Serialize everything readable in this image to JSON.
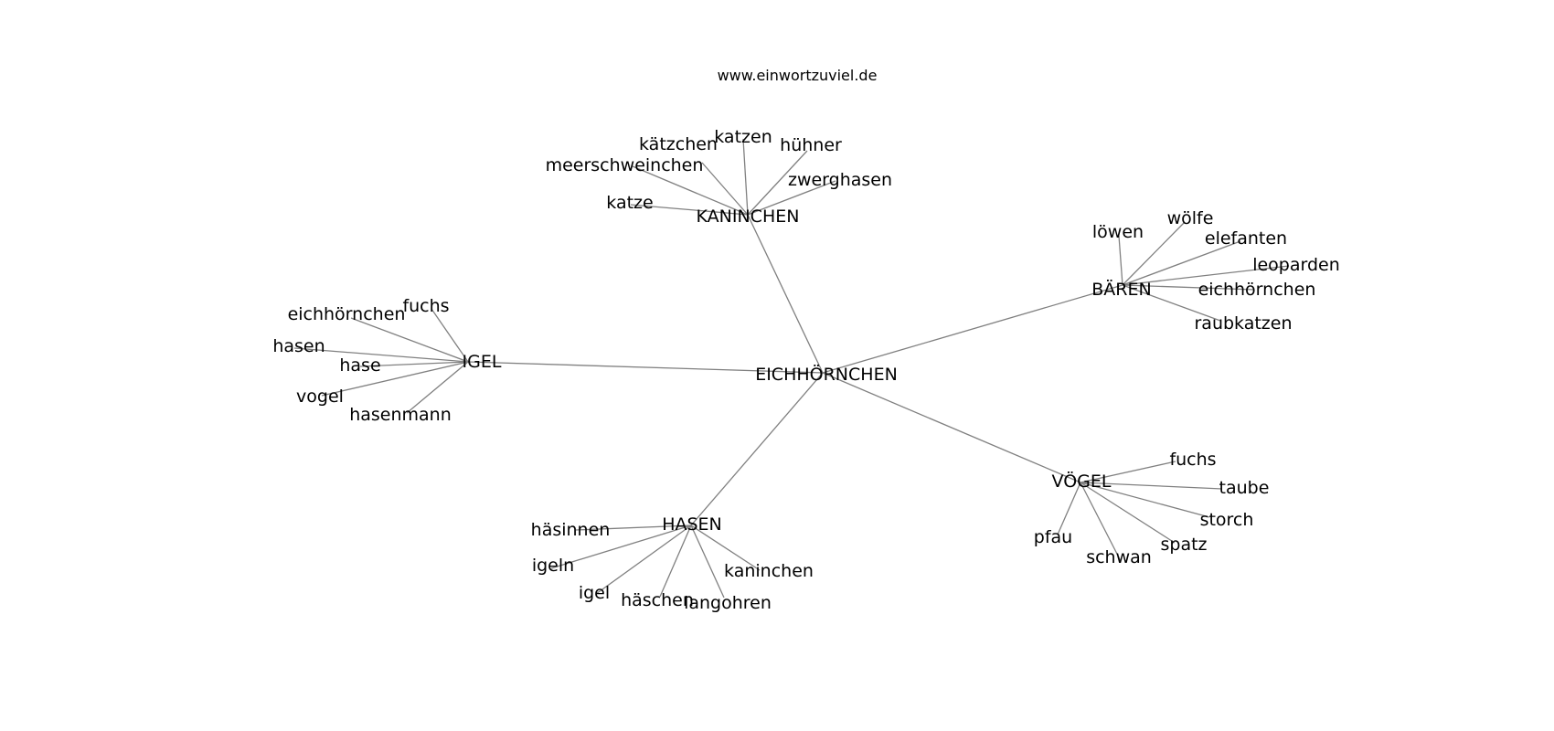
{
  "header": {
    "site_url": "www.einwortzuviel.de"
  },
  "graph": {
    "root": "EICHHÖRNCHEN",
    "hubs": [
      {
        "label": "KANINCHEN",
        "leaves": [
          "kätzchen",
          "katzen",
          "hühner",
          "meerschweinchen",
          "zwerghasen",
          "katze"
        ]
      },
      {
        "label": "BÄREN",
        "leaves": [
          "löwen",
          "wölfe",
          "elefanten",
          "leoparden",
          "eichhörnchen",
          "raubkatzen"
        ]
      },
      {
        "label": "IGEL",
        "leaves": [
          "fuchs",
          "eichhörnchen",
          "hasen",
          "hase",
          "vogel",
          "hasenmann"
        ]
      },
      {
        "label": "HASEN",
        "leaves": [
          "häsinnen",
          "igeln",
          "igel",
          "häschen",
          "langohren",
          "kaninchen"
        ]
      },
      {
        "label": "VÖGEL",
        "leaves": [
          "fuchs",
          "taube",
          "storch",
          "spatz",
          "schwan",
          "pfau"
        ]
      }
    ]
  }
}
